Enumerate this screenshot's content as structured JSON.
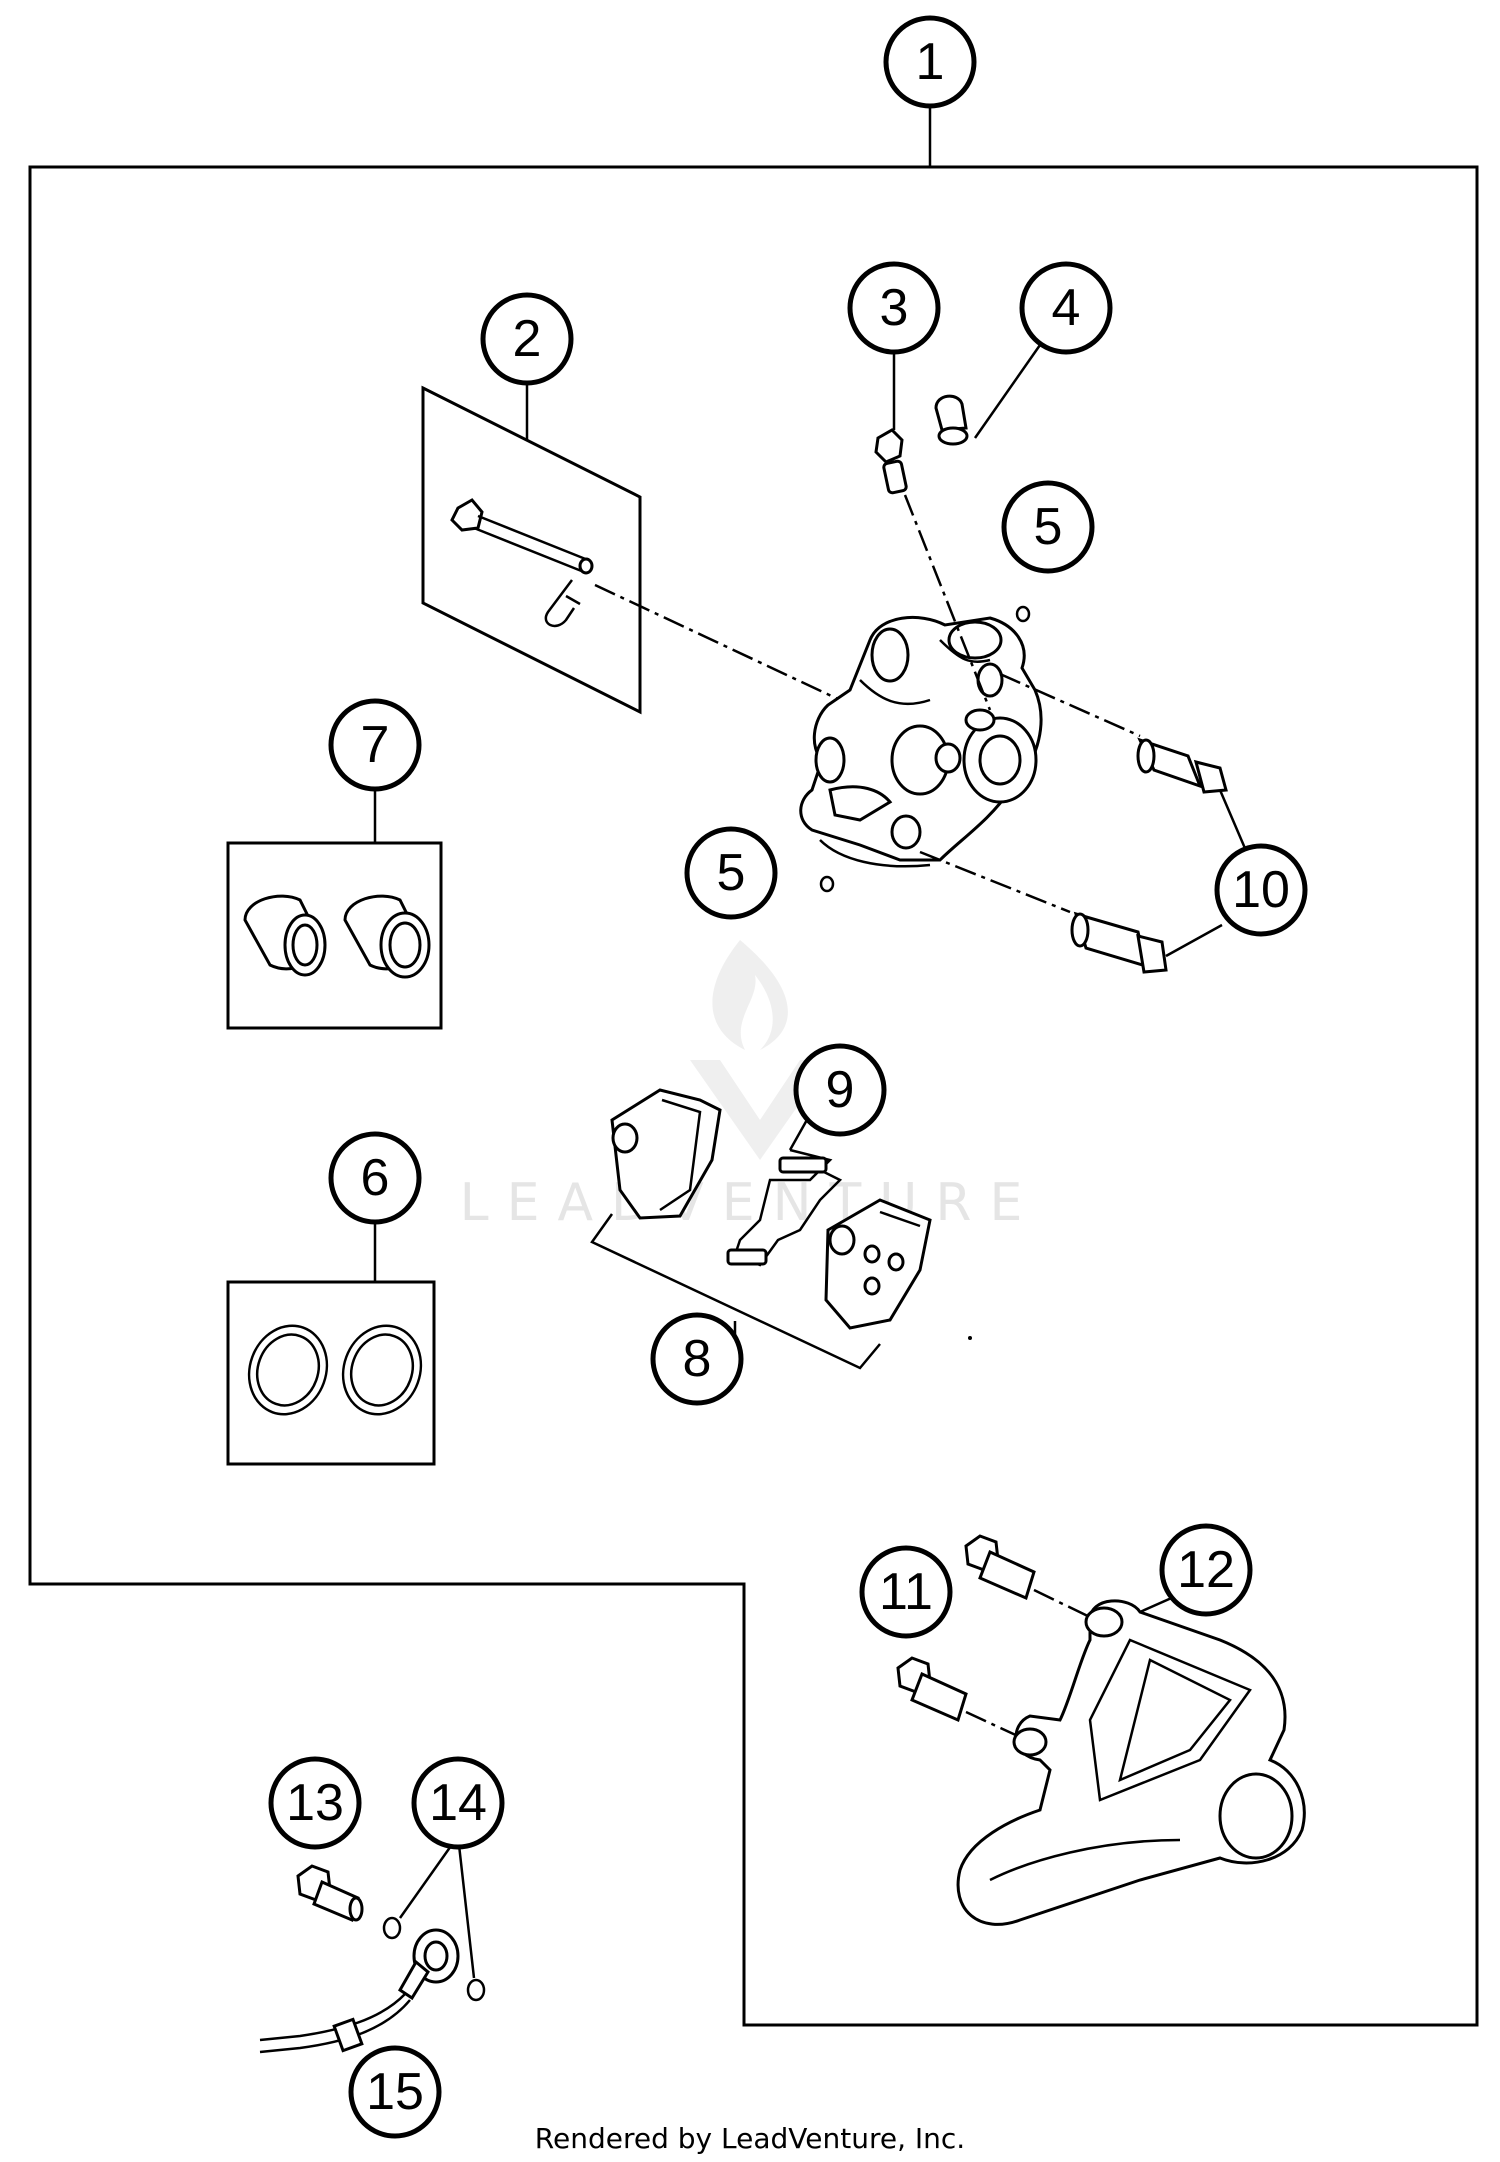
{
  "diagram": {
    "callouts": [
      "1",
      "2",
      "3",
      "4",
      "5",
      "5",
      "6",
      "7",
      "8",
      "9",
      "10",
      "11",
      "12",
      "13",
      "14",
      "15"
    ],
    "watermark": "LEADVENTURE",
    "footer": "Rendered by LeadVenture, Inc."
  }
}
